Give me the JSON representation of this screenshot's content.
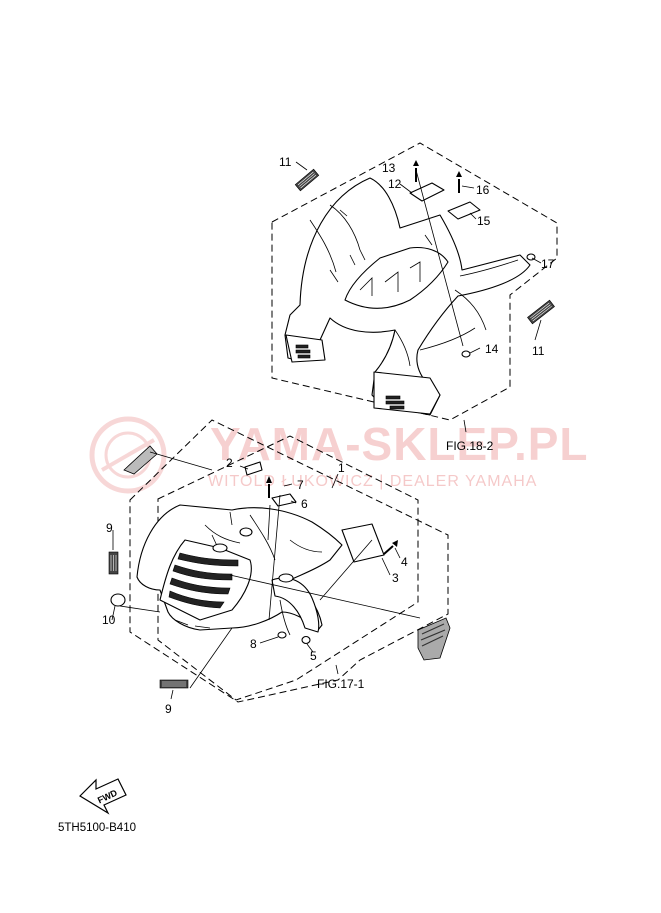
{
  "watermark": {
    "title": "YAMA-SKLEP.PL",
    "subtitle": "WITOLD ŁUKOWICZ | DEALER YAMAHA"
  },
  "callouts": {
    "c1": "1",
    "c2": "2",
    "c3": "3",
    "c4": "4",
    "c5": "5",
    "c6": "6",
    "c7": "7",
    "c8": "8",
    "c9a": "9",
    "c9b": "9",
    "c10": "10",
    "c11a": "11",
    "c11b": "11",
    "c12": "12",
    "c13": "13",
    "c14": "14",
    "c15": "15",
    "c16": "16",
    "c17": "17"
  },
  "figure_refs": {
    "rear": "FIG.18-2",
    "front": "FIG.17-1"
  },
  "fwd_label": "FWD",
  "diagram_code": "5TH5100-B410",
  "colors": {
    "line": "#000000",
    "watermark": "#f2b7b7"
  }
}
